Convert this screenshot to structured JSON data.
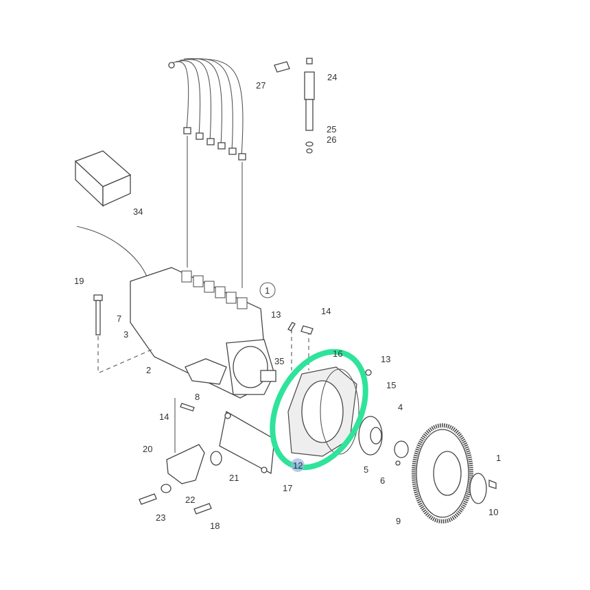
{
  "diagram": {
    "title": "Fuel injection pump assembly exploded view",
    "labels": [
      "27",
      "24",
      "25",
      "26",
      "34",
      "19",
      "7",
      "3",
      "2",
      "1",
      "13",
      "14",
      "35",
      "16",
      "13",
      "15",
      "4",
      "8",
      "14",
      "20",
      "21",
      "22",
      "23",
      "17",
      "18",
      "12",
      "5",
      "6",
      "9",
      "1",
      "10"
    ],
    "highlight_color": "#2fe39a",
    "highlight_marker_color": "#9db5e8"
  }
}
